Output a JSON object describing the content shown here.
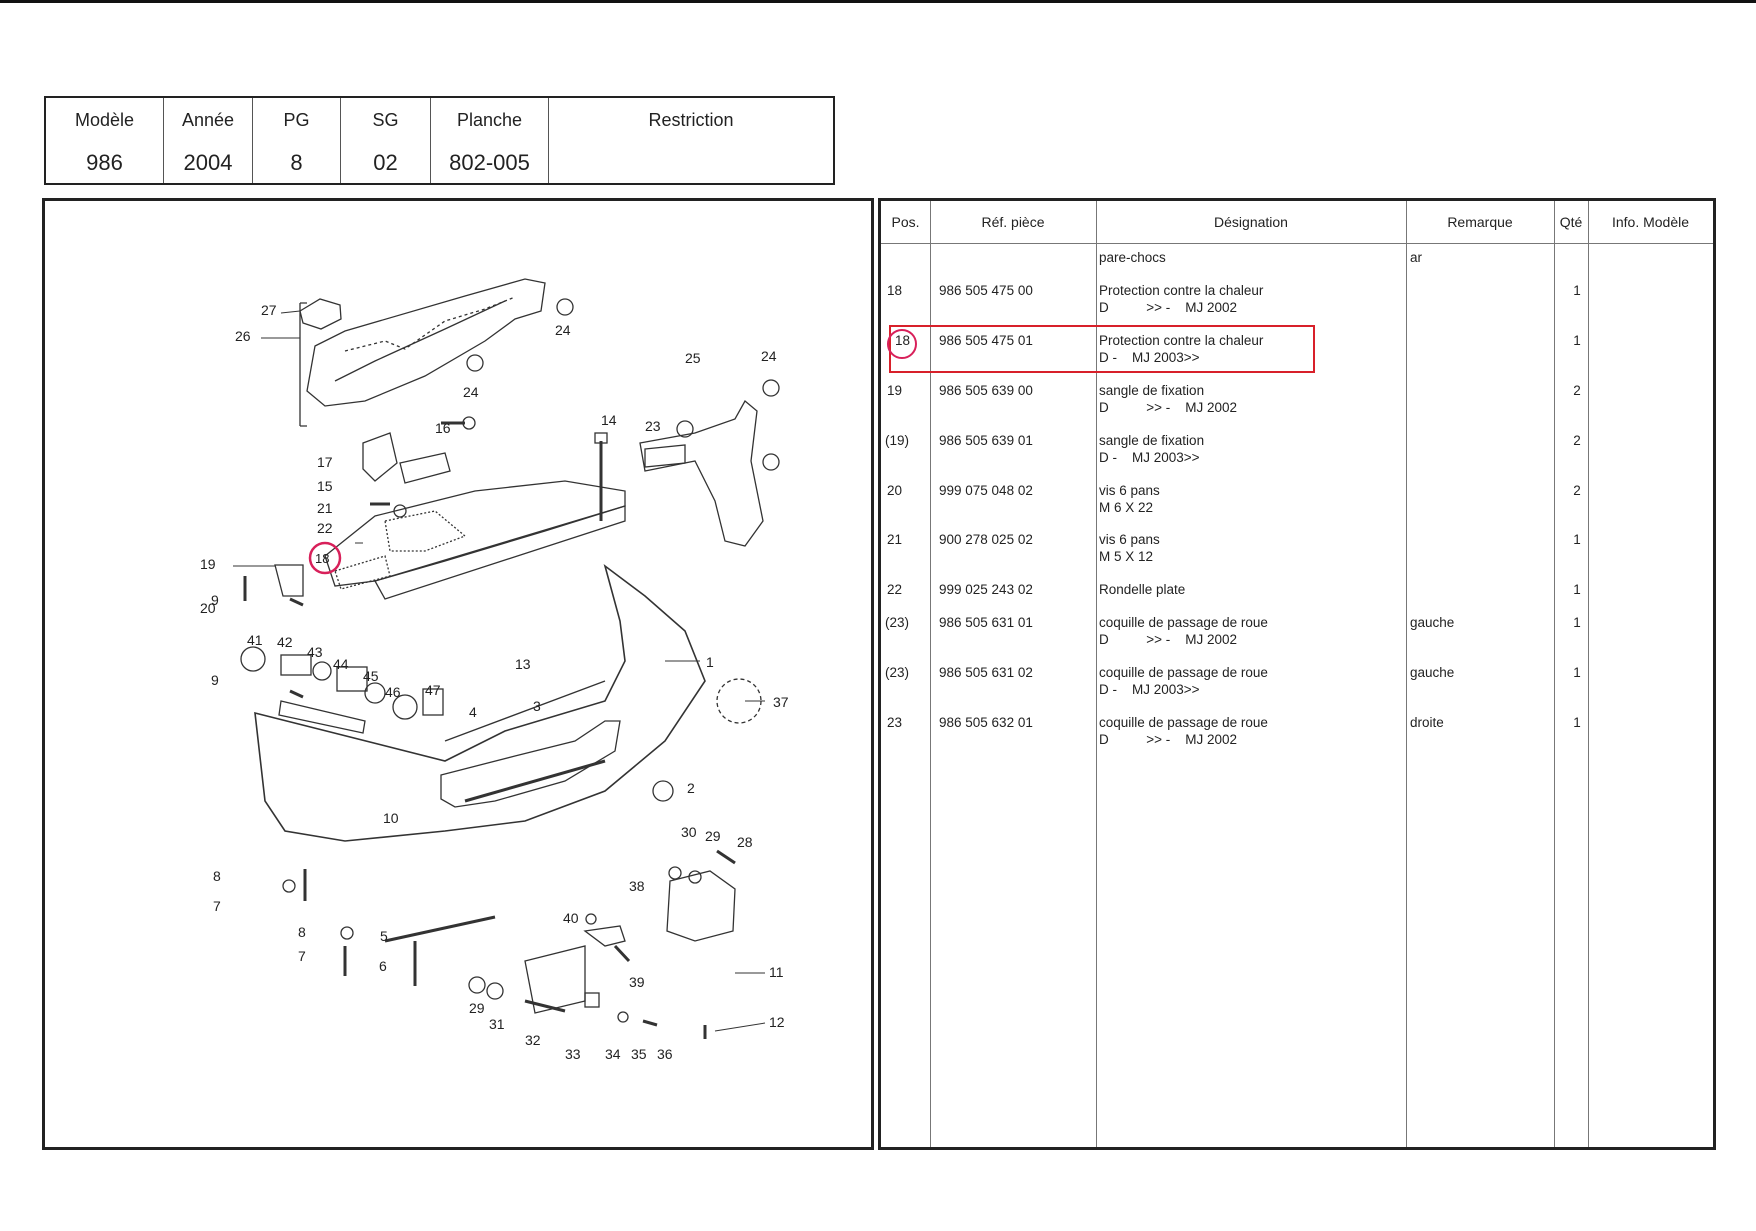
{
  "header": {
    "columns": [
      {
        "label": "Modèle",
        "value": "986"
      },
      {
        "label": "Année",
        "value": "2004"
      },
      {
        "label": "PG",
        "value": "8"
      },
      {
        "label": "SG",
        "value": "02"
      },
      {
        "label": "Planche",
        "value": "802-005"
      },
      {
        "label": "Restriction",
        "value": ""
      }
    ]
  },
  "diagram": {
    "callouts": [
      "1",
      "2",
      "3",
      "4",
      "5",
      "6",
      "7",
      "7",
      "8",
      "8",
      "9",
      "9",
      "10",
      "11",
      "12",
      "13",
      "14",
      "15",
      "16",
      "17",
      "18",
      "19",
      "20",
      "21",
      "22",
      "23",
      "24",
      "24",
      "24",
      "25",
      "26",
      "27",
      "28",
      "29",
      "29",
      "30",
      "31",
      "32",
      "33",
      "34",
      "35",
      "36",
      "37",
      "38",
      "39",
      "40",
      "41",
      "42",
      "43",
      "44",
      "45",
      "46",
      "47"
    ],
    "highlight_color": "#d8205a"
  },
  "parts": {
    "headers": {
      "pos": "Pos.",
      "ref": "Réf. pièce",
      "designation": "Désignation",
      "remark": "Remarque",
      "qty": "Qté",
      "model_info": "Info. Modèle"
    },
    "rows": [
      {
        "pos": "",
        "ref": "",
        "des1": "pare-chocs",
        "des2": "",
        "remark": "ar",
        "qty": ""
      },
      {
        "pos": "18",
        "ref": "986 505 475 00",
        "des1": "Protection contre la chaleur",
        "des2": "D          >> -    MJ 2002",
        "remark": "",
        "qty": "1"
      },
      {
        "pos": "18",
        "ref": "986 505 475 01",
        "des1": "Protection contre la chaleur",
        "des2": "D -    MJ 2003>>",
        "remark": "",
        "qty": "1"
      },
      {
        "pos": "19",
        "ref": "986 505 639 00",
        "des1": "sangle de fixation",
        "des2": "D          >> -    MJ 2002",
        "remark": "",
        "qty": "2"
      },
      {
        "pos": "(19)",
        "ref": "986 505 639 01",
        "des1": "sangle de fixation",
        "des2": "D -    MJ 2003>>",
        "remark": "",
        "qty": "2"
      },
      {
        "pos": "20",
        "ref": "999 075 048 02",
        "des1": "vis 6 pans",
        "des2": "M 6 X 22",
        "remark": "",
        "qty": "2"
      },
      {
        "pos": "21",
        "ref": "900 278 025 02",
        "des1": "vis 6 pans",
        "des2": "M 5 X 12",
        "remark": "",
        "qty": "1"
      },
      {
        "pos": "22",
        "ref": "999 025 243 02",
        "des1": "Rondelle plate",
        "des2": "",
        "remark": "",
        "qty": "1"
      },
      {
        "pos": "(23)",
        "ref": "986 505 631 01",
        "des1": "coquille de passage de roue",
        "des2": "D          >> -    MJ 2002",
        "remark": "gauche",
        "qty": "1"
      },
      {
        "pos": "(23)",
        "ref": "986 505 631 02",
        "des1": "coquille de passage de roue",
        "des2": "D -    MJ 2003>>",
        "remark": "gauche",
        "qty": "1"
      },
      {
        "pos": "23",
        "ref": "986 505 632 01",
        "des1": "coquille de passage de roue",
        "des2": "D          >> -    MJ 2002",
        "remark": "droite",
        "qty": "1"
      }
    ],
    "highlight_color": "#d8202a"
  }
}
